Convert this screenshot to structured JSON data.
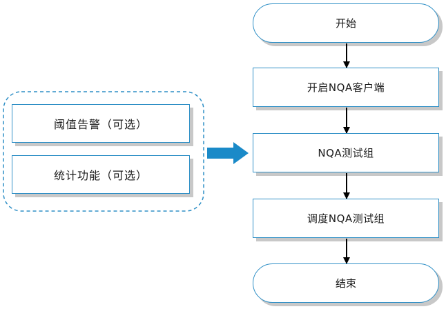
{
  "diagram": {
    "nodes": {
      "start": "开始",
      "step1": "开启NQA客户端",
      "step2": "NQA测试组",
      "step3": "调度NQA测试组",
      "end": "结束"
    },
    "options": {
      "threshold_alarm": "阈值告警（可选）",
      "statistics": "统计功能（可选）"
    }
  },
  "colors": {
    "border": "#2e8fc6",
    "shadow": "#c8c8c8",
    "dashed_group": "#2e8fc6",
    "big_arrow": "#1a8ac8",
    "flow_arrow": "#000000"
  }
}
